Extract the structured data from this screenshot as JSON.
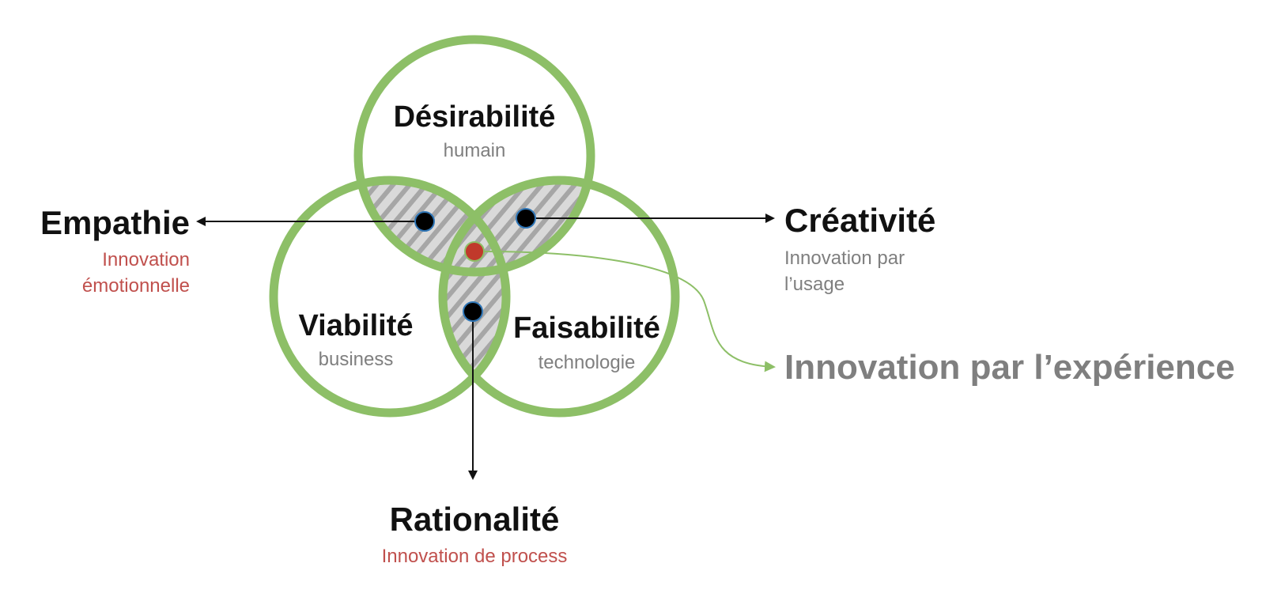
{
  "colors": {
    "ring": "#8dbf67",
    "hatch_light": "#d9d9d9",
    "hatch_dark": "#a6a6a6",
    "dot": "#000000",
    "dot_outline": "#2e75b6",
    "center_dot": "#c0392b",
    "accent_red": "#c0504d",
    "grey_text": "#7f7f7f",
    "green_arrow": "#8dbf67"
  },
  "circles": {
    "top": {
      "title": "Désirabilité",
      "subtitle": "humain"
    },
    "left": {
      "title": "Viabilité",
      "subtitle": "business"
    },
    "right": {
      "title": "Faisabilité",
      "subtitle": "technologie"
    }
  },
  "outcomes": {
    "left": {
      "title": "Empathie",
      "lines": [
        "Innovation",
        "émotionnelle"
      ]
    },
    "right": {
      "title": "Créativité",
      "lines": [
        "Innovation par",
        "l’usage"
      ]
    },
    "bottom": {
      "title": "Rationalité",
      "lines": [
        "Innovation de process"
      ]
    },
    "center": {
      "title": "Innovation par l’expérience"
    }
  }
}
